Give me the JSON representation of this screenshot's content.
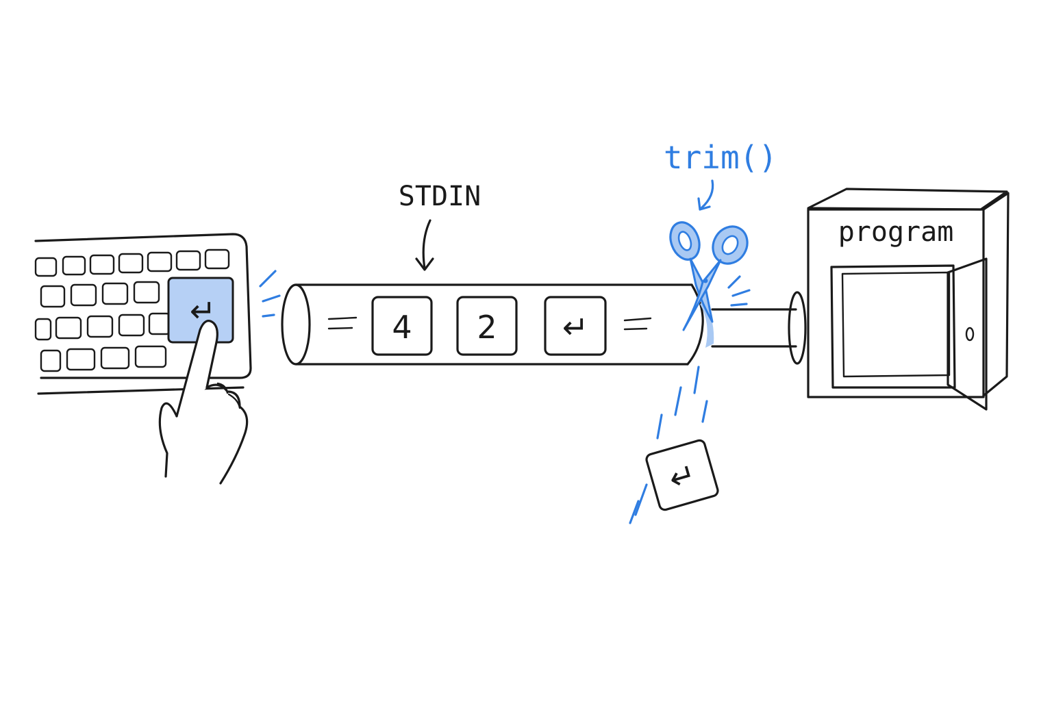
{
  "labels": {
    "stdin": "STDIN",
    "trim": "trim()",
    "program": "program"
  },
  "stream_tokens": [
    "4",
    "2",
    "↵"
  ],
  "dropped_token": "↵",
  "pressed_key": "↵",
  "colors": {
    "ink": "#1a1a1a",
    "accent": "#2f7de1",
    "accent_fill": "#a9c9f3",
    "key_fill": "#b6d0f5"
  },
  "icons": {
    "keyboard": "keyboard-icon",
    "hand": "pointing-hand-icon",
    "scissors": "scissors-icon",
    "program_box": "program-box-icon"
  }
}
